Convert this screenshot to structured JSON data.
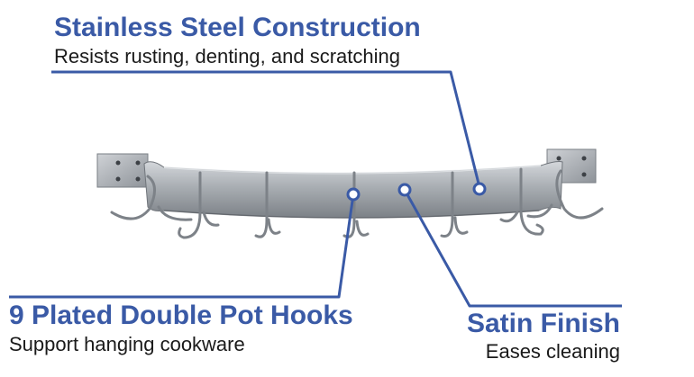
{
  "colors": {
    "accent": "#3a5aa6",
    "text": "#1a1a1a",
    "steel_light": "#c9ccd0",
    "steel_mid": "#9da2a8",
    "steel_dark": "#6f747a",
    "chrome": "#8a8f95"
  },
  "callouts": {
    "construction": {
      "title": "Stainless Steel Construction",
      "text": "Resists rusting, denting, and scratching"
    },
    "hooks": {
      "title": "9 Plated Double Pot Hooks",
      "text": "Support hanging cookware"
    },
    "finish": {
      "title": "Satin Finish",
      "text": "Eases cleaning"
    }
  },
  "product": {
    "hook_count": 9
  }
}
